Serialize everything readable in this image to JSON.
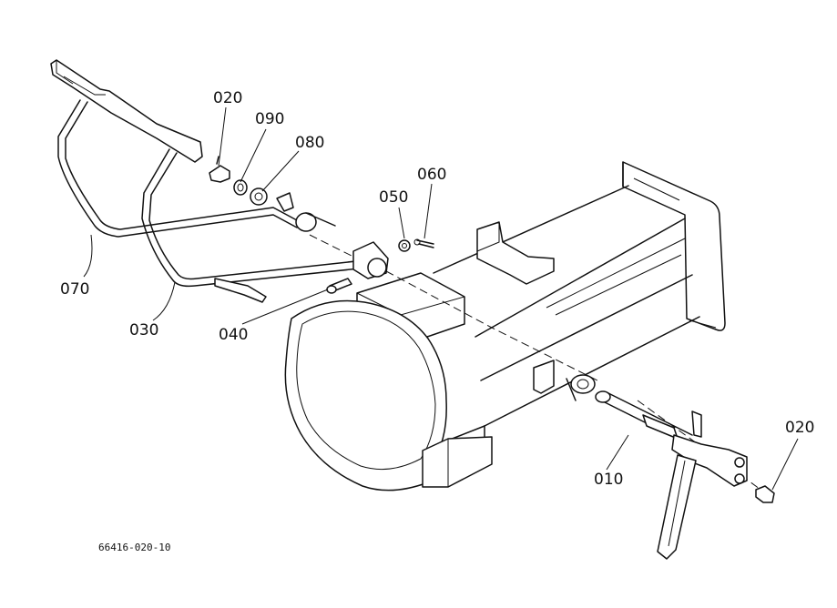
{
  "diagram": {
    "code": "66416-020-10",
    "labels": {
      "p020_top": "020",
      "p090": "090",
      "p080": "080",
      "p050": "050",
      "p060": "060",
      "p070": "070",
      "p030": "030",
      "p040": "040",
      "p010": "010",
      "p020_right": "020"
    }
  }
}
